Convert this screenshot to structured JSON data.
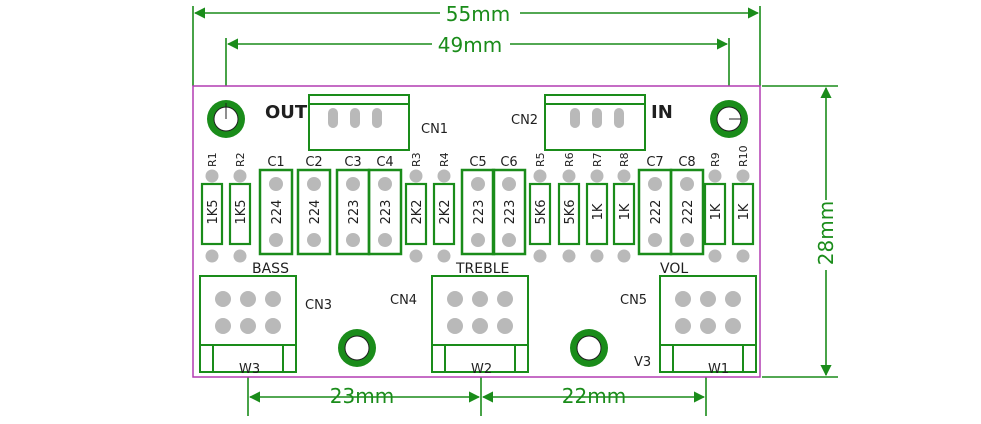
{
  "colors": {
    "copper": "#1a8c1a",
    "silk": "#1f1f1f",
    "outline": "#b23cb2",
    "pad": "#b9b9b9",
    "board": "#ffffff"
  },
  "dimensions": {
    "overall_width": "55mm",
    "hole_spacing": "49mm",
    "board_height": "28mm",
    "pot_spacing_left": "23mm",
    "pot_spacing_right": "22mm"
  },
  "connectors": {
    "out_label": "OUT",
    "in_label": "IN",
    "cn1": "CN1",
    "cn2": "CN2",
    "cn3": "CN3",
    "cn4": "CN4",
    "cn5": "CN5"
  },
  "sections": {
    "bass": "BASS",
    "treble": "TREBLE",
    "vol": "VOL"
  },
  "pots": {
    "w3": "W3",
    "w2": "W2",
    "w1": "W1",
    "v3": "V3"
  },
  "components": [
    {
      "ref": "R1",
      "value": "1K5",
      "kind": "resistor"
    },
    {
      "ref": "R2",
      "value": "1K5",
      "kind": "resistor"
    },
    {
      "ref": "C1",
      "value": "224",
      "kind": "capacitor"
    },
    {
      "ref": "C2",
      "value": "224",
      "kind": "capacitor"
    },
    {
      "ref": "C3",
      "value": "223",
      "kind": "capacitor"
    },
    {
      "ref": "C4",
      "value": "223",
      "kind": "capacitor"
    },
    {
      "ref": "R3",
      "value": "2K2",
      "kind": "resistor"
    },
    {
      "ref": "R4",
      "value": "2K2",
      "kind": "resistor"
    },
    {
      "ref": "C5",
      "value": "223",
      "kind": "capacitor"
    },
    {
      "ref": "C6",
      "value": "223",
      "kind": "capacitor"
    },
    {
      "ref": "R5",
      "value": "5K6",
      "kind": "resistor"
    },
    {
      "ref": "R6",
      "value": "5K6",
      "kind": "resistor"
    },
    {
      "ref": "R7",
      "value": "1K",
      "kind": "resistor"
    },
    {
      "ref": "R8",
      "value": "1K",
      "kind": "resistor"
    },
    {
      "ref": "C7",
      "value": "222",
      "kind": "capacitor"
    },
    {
      "ref": "C8",
      "value": "222",
      "kind": "capacitor"
    },
    {
      "ref": "R9",
      "value": "1K",
      "kind": "resistor"
    },
    {
      "ref": "R10",
      "value": "1K",
      "kind": "resistor"
    }
  ]
}
